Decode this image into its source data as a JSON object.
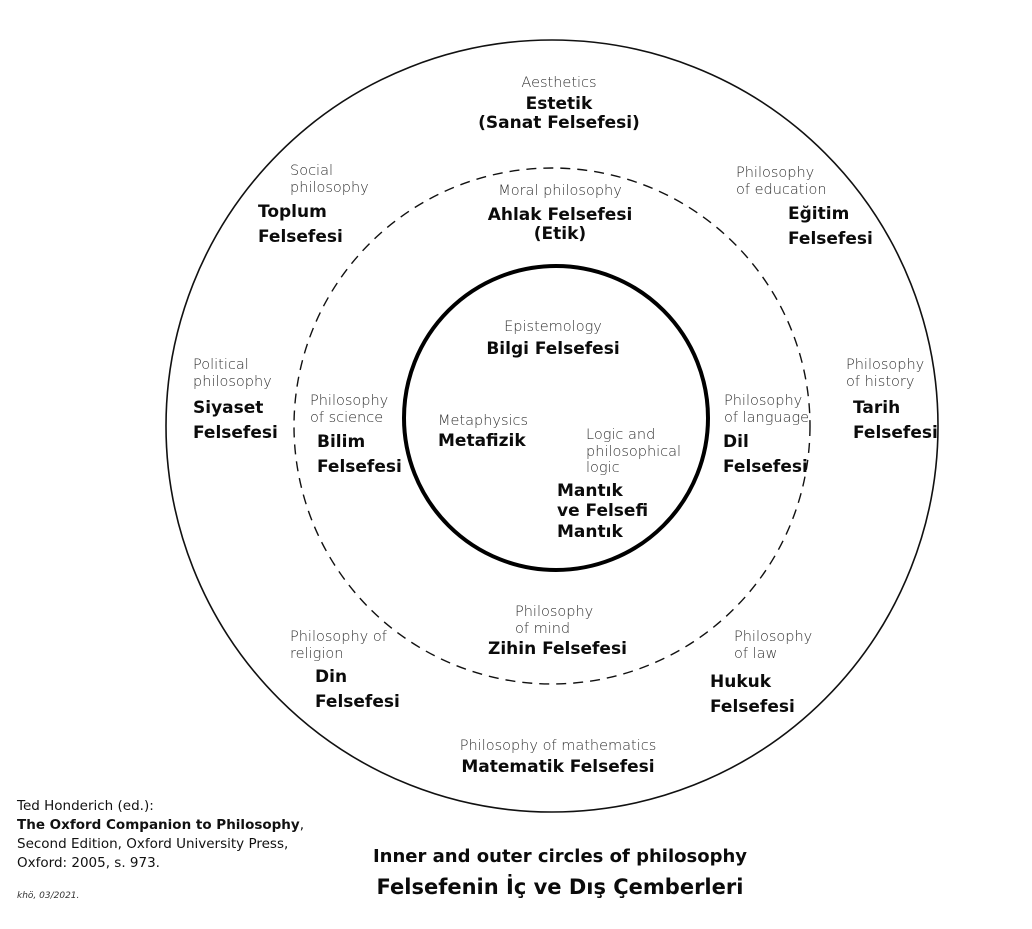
{
  "areas": {
    "aesthetics": {
      "en": "Aesthetics",
      "tr": [
        "Estetik",
        "(Sanat Felsefesi)"
      ]
    },
    "social": {
      "en": [
        "Social",
        "philosophy"
      ],
      "tr": [
        "Toplum",
        "Felsefesi"
      ]
    },
    "moral": {
      "en": "Moral philosophy",
      "tr": [
        "Ahlak Felsefesi",
        "(Etik)"
      ]
    },
    "education": {
      "en": [
        "Philosophy",
        "of education"
      ],
      "tr": [
        "Eğitim",
        "Felsefesi"
      ]
    },
    "epistemology": {
      "en": "Epistemology",
      "tr": "Bilgi Felsefesi"
    },
    "political": {
      "en": [
        "Political",
        "philosophy"
      ],
      "tr": [
        "Siyaset",
        "Felsefesi"
      ]
    },
    "history": {
      "en": [
        "Philosophy",
        "of history"
      ],
      "tr": [
        "Tarih",
        "Felsefesi"
      ]
    },
    "science": {
      "en": [
        "Philosophy",
        "of science"
      ],
      "tr": [
        "Bilim",
        "Felsefesi"
      ]
    },
    "metaphysics": {
      "en": "Metaphysics",
      "tr": "Metafizik"
    },
    "logic": {
      "en": [
        "Logic and",
        "philosophical",
        "logic"
      ],
      "tr": [
        "Mantık",
        "ve Felsefi",
        "Mantık"
      ]
    },
    "language": {
      "en": [
        "Philosophy",
        "of language"
      ],
      "tr": [
        "Dil",
        "Felsefesi"
      ]
    },
    "mind": {
      "en": [
        "Philosophy",
        "of mind"
      ],
      "tr": "Zihin Felsefesi"
    },
    "religion": {
      "en": [
        "Philosophy of",
        "religion"
      ],
      "tr": [
        "Din",
        "Felsefesi"
      ]
    },
    "law": {
      "en": [
        "Philosophy",
        "of law"
      ],
      "tr": [
        "Hukuk",
        "Felsefesi"
      ]
    },
    "mathematics": {
      "en": "Philosophy of mathematics",
      "tr": "Matematik Felsefesi"
    }
  },
  "citation": {
    "editor": "Ted Honderich (ed.):",
    "book": "The Oxford Companion to Philosophy",
    "book_suffix": ",",
    "line3": "Second Edition, Oxford University Press,",
    "line4": "Oxford: 2005, s. 973."
  },
  "credit": "khö, 03/2021.",
  "caption": {
    "en": "Inner and outer circles of philosophy",
    "tr": "Felsefenin İç ve Dış Çemberleri"
  }
}
